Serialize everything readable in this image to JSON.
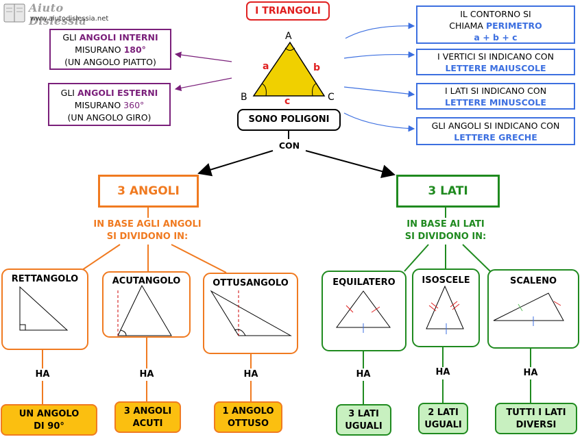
{
  "logo": {
    "brand": "Aiuto Dislessia",
    "site": "www.aiutodislessia.net"
  },
  "title": "I TRIANGOLI",
  "interni": {
    "pre": "GLI",
    "key": "ANGOLI INTERNI",
    "mid": "MISURANO",
    "val": "180°",
    "note": "(UN ANGOLO PIATTO)"
  },
  "esterni": {
    "pre": "GLI",
    "key": "ANGOLI ESTERNI",
    "mid": "MISURANO",
    "val": "360°",
    "note": "(UN ANGOLO GIRO)"
  },
  "triangle_labels": {
    "A": "A",
    "B": "B",
    "C": "C",
    "a": "a",
    "b": "b",
    "c": "c"
  },
  "right_boxes": [
    {
      "line1": "IL CONTORNO SI",
      "line2": "CHIAMA",
      "key": "PERIMETRO",
      "line3": "a + b + c"
    },
    {
      "line1": "I VERTICI SI INDICANO CON",
      "key": "LETTERE MAIUSCOLE"
    },
    {
      "line1": "I LATI SI INDICANO CON",
      "key": "LETTERE MINUSCOLE"
    },
    {
      "line1": "GLI ANGOLI SI INDICANO CON",
      "key": "LETTERE GRECHE"
    }
  ],
  "poligoni": "SONO POLIGONI",
  "con": "CON",
  "angoli": {
    "title": "3 ANGOLI",
    "sub1": "IN BASE AGLI ANGOLI",
    "sub2": "SI DIVIDONO IN:",
    "types": [
      {
        "name": "RETTANGOLO",
        "ha": "HA",
        "r1": "UN ANGOLO",
        "r2": "DI 90°"
      },
      {
        "name": "ACUTANGOLO",
        "ha": "HA",
        "r1": "3 ANGOLI",
        "r2": "ACUTI"
      },
      {
        "name": "OTTUSANGOLO",
        "ha": "HA",
        "r1": "1 ANGOLO",
        "r2": "OTTUSO"
      }
    ]
  },
  "lati": {
    "title": "3 LATI",
    "sub1": "IN BASE AI LATI",
    "sub2": "SI DIVIDONO IN:",
    "types": [
      {
        "name": "EQUILATERO",
        "ha": "HA",
        "r1": "3 LATI",
        "r2": "UGUALI"
      },
      {
        "name": "ISOSCELE",
        "ha": "HA",
        "r1": "2 LATI",
        "r2": "UGUALI"
      },
      {
        "name": "SCALENO",
        "ha": "HA",
        "r1": "TUTTI I LATI",
        "r2": "DIVERSI"
      }
    ]
  },
  "colors": {
    "red": "#e02020",
    "purple": "#7a1f7a",
    "blue": "#3c6fe0",
    "orange": "#f07a20",
    "green": "#1f8a1f",
    "yellow": "#fbbf10",
    "lightgreen": "#c8f0c0",
    "gold": "#f0d000"
  }
}
